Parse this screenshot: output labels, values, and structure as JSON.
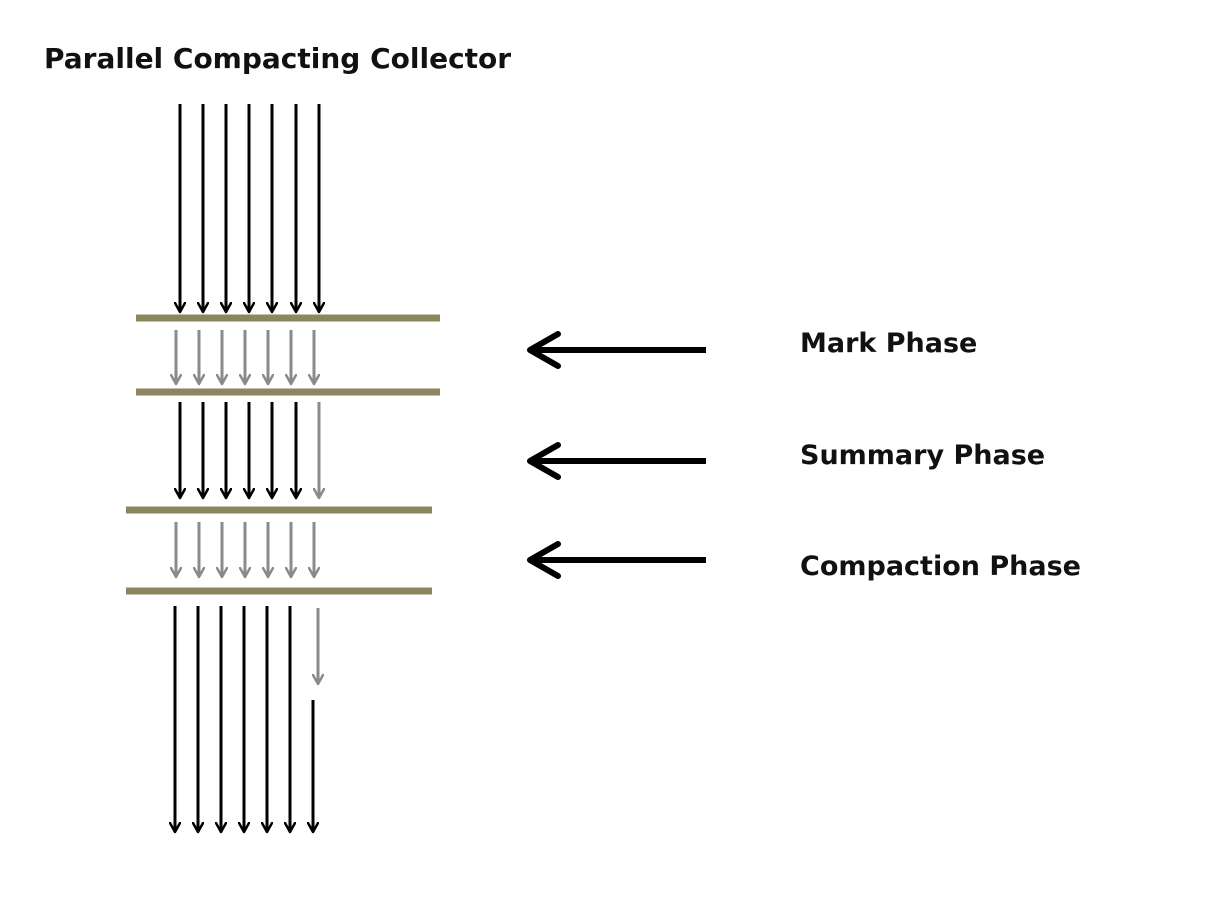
{
  "title": "Parallel Compacting Collector",
  "phases": [
    {
      "id": "mark",
      "label": "Mark Phase"
    },
    {
      "id": "summary",
      "label": "Summary Phase"
    },
    {
      "id": "compaction",
      "label": "Compaction Phase"
    }
  ],
  "colors": {
    "active_thread": "#000000",
    "idle_thread": "#8a8a8a",
    "phase_divider": "#8b8660",
    "text": "#111111"
  },
  "threads": {
    "count": 7,
    "stages": [
      {
        "name": "application",
        "states": [
          "active",
          "active",
          "active",
          "active",
          "active",
          "active",
          "active"
        ]
      },
      {
        "name": "mark",
        "states": [
          "idle",
          "idle",
          "idle",
          "idle",
          "idle",
          "idle",
          "idle"
        ]
      },
      {
        "name": "after-mark",
        "states": [
          "active",
          "active",
          "active",
          "active",
          "active",
          "active",
          "idle"
        ]
      },
      {
        "name": "compaction",
        "states": [
          "idle",
          "idle",
          "idle",
          "idle",
          "idle",
          "idle",
          "idle"
        ]
      },
      {
        "name": "after-compaction",
        "states": [
          "active",
          "active",
          "active",
          "active",
          "active",
          "active",
          "split"
        ]
      }
    ]
  }
}
